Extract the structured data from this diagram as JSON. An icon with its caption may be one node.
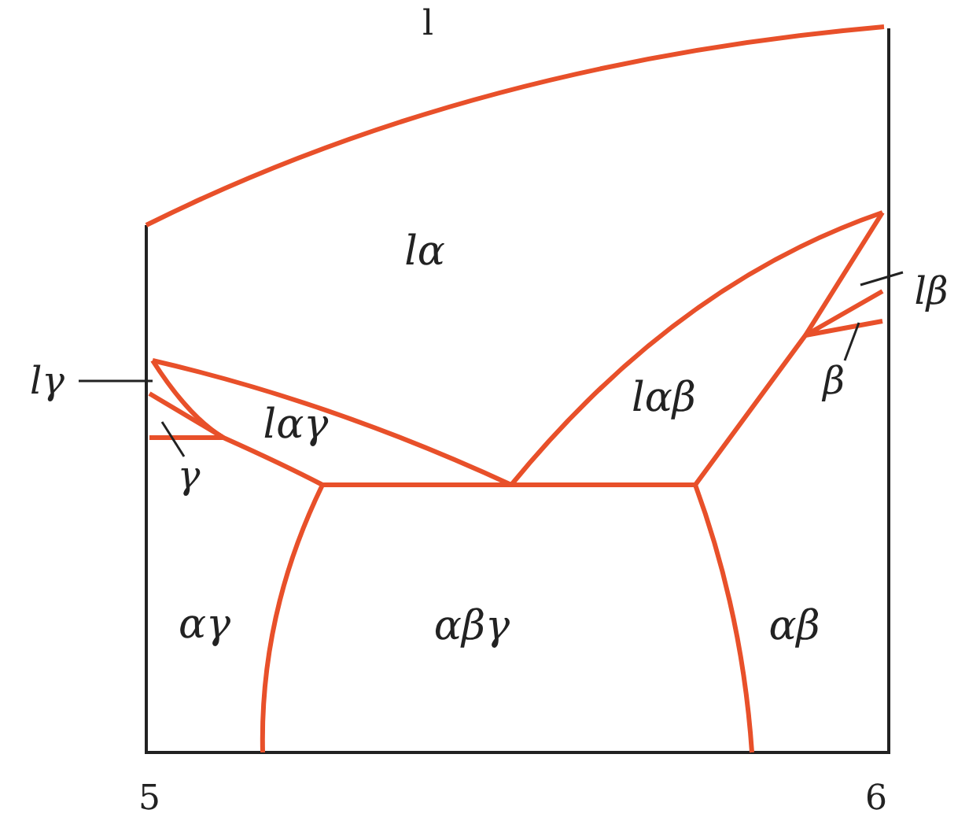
{
  "diagram": {
    "nodes": [
      {
        "text": [
          "lγ"
        ]
      },
      {
        "text": [
          "γ"
        ]
      },
      {
        "text": [
          "lβ"
        ]
      },
      {
        "text": [
          "β"
        ]
      }
    ],
    "edges": [
      {
        "from": 0,
        "to": null,
        "arrow": "none"
      },
      {
        "from": 1,
        "to": null,
        "arrow": "none"
      },
      {
        "from": 2,
        "to": null,
        "arrow": "none"
      },
      {
        "from": 3,
        "to": null,
        "arrow": "none"
      }
    ],
    "labels": [
      "l",
      "lα",
      "lαγ",
      "lαβ",
      "αγ",
      "αβγ",
      "αβ",
      "5",
      "6"
    ]
  }
}
